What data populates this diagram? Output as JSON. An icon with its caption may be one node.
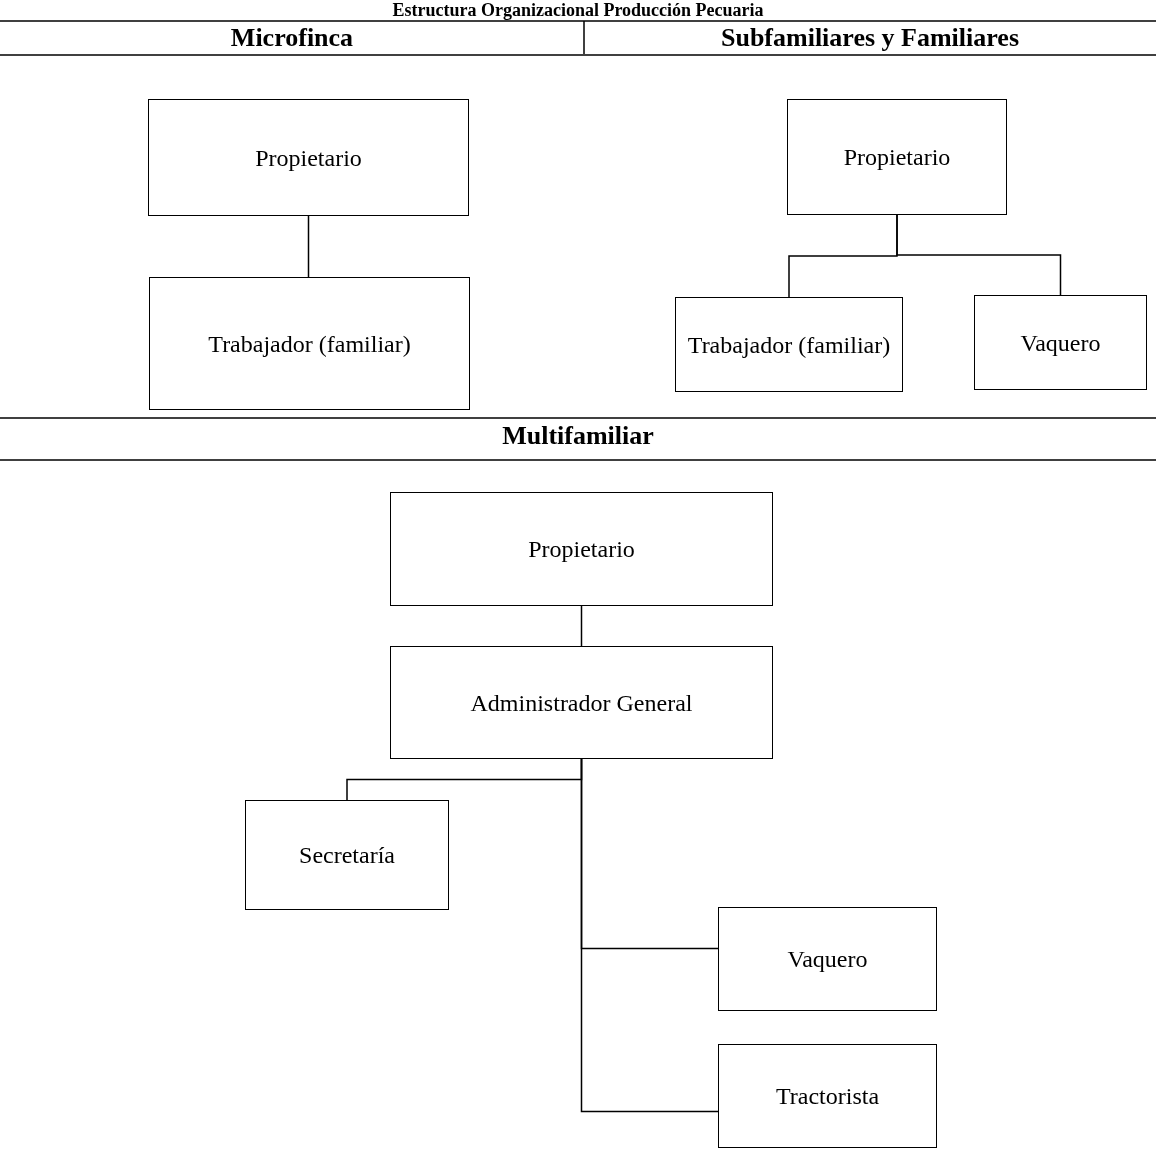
{
  "diagram": {
    "title": "Estructura Organizacional Producción Pecuaria",
    "nodes": [
      {
        "text": [
          "Propietario"
        ]
      },
      {
        "text": [
          "Trabajador (familiar)"
        ]
      },
      {
        "text": [
          "Propietario"
        ]
      },
      {
        "text": [
          "Trabajador (familiar)"
        ]
      },
      {
        "text": [
          "Vaquero"
        ]
      },
      {
        "text": [
          "Propietario"
        ]
      },
      {
        "text": [
          "Administrador General"
        ]
      },
      {
        "text": [
          "Secretaría"
        ]
      },
      {
        "text": [
          "Vaquero"
        ]
      },
      {
        "text": [
          "Tractorista"
        ]
      }
    ],
    "edges": [
      {
        "from": 0,
        "to": 1,
        "arrow": "none"
      },
      {
        "from": 2,
        "to": 3,
        "arrow": "none"
      },
      {
        "from": 2,
        "to": 4,
        "arrow": "none"
      },
      {
        "from": 5,
        "to": 6,
        "arrow": "none"
      },
      {
        "from": 6,
        "to": 7,
        "arrow": "none"
      },
      {
        "from": 6,
        "to": 8,
        "arrow": "none"
      },
      {
        "from": 6,
        "to": 9,
        "arrow": "none"
      }
    ],
    "labels": [
      "Microfinca",
      "Subfamiliares y Familiares",
      "Multifamiliar"
    ]
  }
}
